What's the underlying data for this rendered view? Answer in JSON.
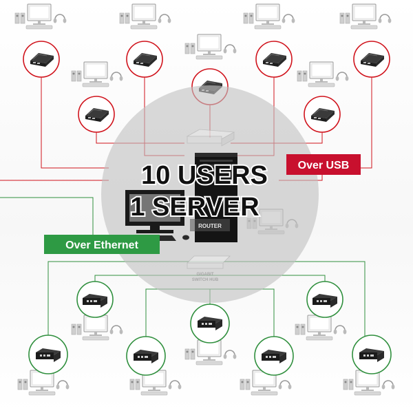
{
  "headline": {
    "line1": "10 USERS",
    "line2": "1 SERVER"
  },
  "labels": {
    "usb": "Over USB",
    "ethernet": "Over Ethernet",
    "router": "ROUTER",
    "switch_line1": "GIGABIT",
    "switch_line2": "SWITCH HUB"
  },
  "colors": {
    "usb": "#d0121b",
    "ethernet": "#2f8f3d",
    "usb_badge": "#c8102e",
    "ethernet_badge": "#2e9a44"
  },
  "icons": {
    "workstation": "monitor-speakers-keyboard-headphones",
    "usb_device": "black-usb-client-box",
    "ethernet_device": "black-ethernet-client-box",
    "server": "tower-server",
    "router": "router-box",
    "switch": "gigabit-switch-hub"
  }
}
